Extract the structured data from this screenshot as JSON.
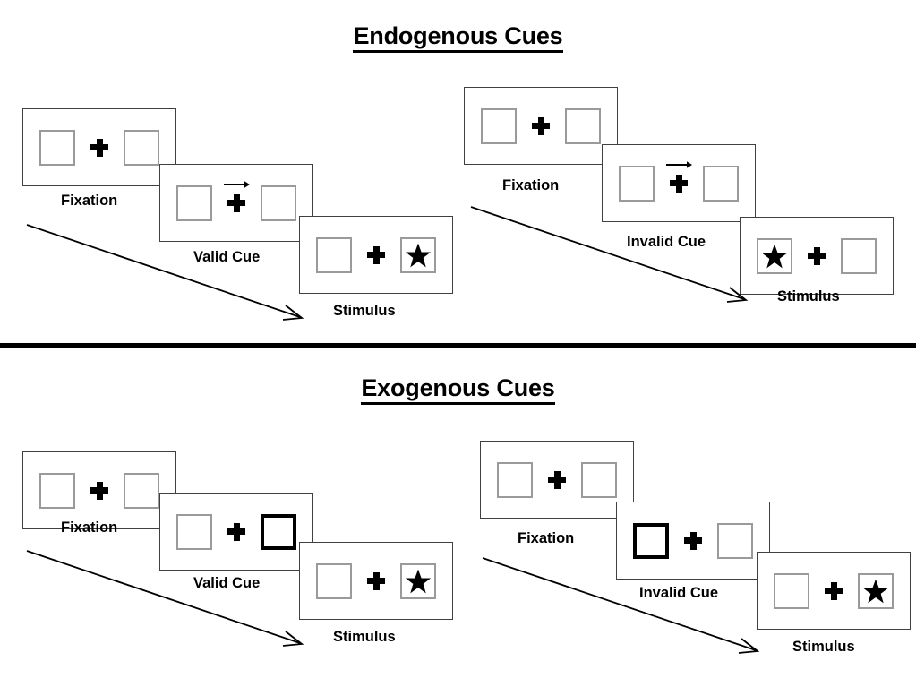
{
  "sections": [
    {
      "id": "endogenous",
      "title": "Endogenous Cues",
      "columns": [
        {
          "id": "endogenous-valid",
          "steps": [
            {
              "id": "fixation",
              "caption": "Fixation",
              "left_content": "empty",
              "right_content": "empty",
              "cue": "none",
              "cued_side": "none"
            },
            {
              "id": "cue",
              "caption": "Valid Cue",
              "left_content": "empty",
              "right_content": "empty",
              "cue": "arrow-right",
              "cued_side": "none"
            },
            {
              "id": "stimulus",
              "caption": "Stimulus",
              "left_content": "empty",
              "right_content": "star",
              "cue": "none",
              "cued_side": "none"
            }
          ]
        },
        {
          "id": "endogenous-invalid",
          "steps": [
            {
              "id": "fixation",
              "caption": "Fixation",
              "left_content": "empty",
              "right_content": "empty",
              "cue": "none",
              "cued_side": "none"
            },
            {
              "id": "cue",
              "caption": "Invalid Cue",
              "left_content": "empty",
              "right_content": "empty",
              "cue": "arrow-right",
              "cued_side": "none"
            },
            {
              "id": "stimulus",
              "caption": "Stimulus",
              "left_content": "star",
              "right_content": "empty",
              "cue": "none",
              "cued_side": "none"
            }
          ]
        }
      ]
    },
    {
      "id": "exogenous",
      "title": "Exogenous Cues",
      "columns": [
        {
          "id": "exogenous-valid",
          "steps": [
            {
              "id": "fixation",
              "caption": "Fixation",
              "left_content": "empty",
              "right_content": "empty",
              "cue": "none",
              "cued_side": "none"
            },
            {
              "id": "cue",
              "caption": "Valid Cue",
              "left_content": "empty",
              "right_content": "empty",
              "cue": "box-highlight",
              "cued_side": "right"
            },
            {
              "id": "stimulus",
              "caption": "Stimulus",
              "left_content": "empty",
              "right_content": "star",
              "cue": "none",
              "cued_side": "none"
            }
          ]
        },
        {
          "id": "exogenous-invalid",
          "steps": [
            {
              "id": "fixation",
              "caption": "Fixation",
              "left_content": "empty",
              "right_content": "empty",
              "cue": "none",
              "cued_side": "none"
            },
            {
              "id": "cue",
              "caption": "Invalid Cue",
              "left_content": "empty",
              "right_content": "empty",
              "cue": "box-highlight",
              "cued_side": "left"
            },
            {
              "id": "stimulus",
              "caption": "Stimulus",
              "left_content": "empty",
              "right_content": "star",
              "cue": "none",
              "cued_side": "none"
            }
          ]
        }
      ]
    }
  ],
  "icons": {
    "star": "star-icon",
    "fixation_cross": "fixation-cross-icon",
    "cue_arrow": "cue-arrow-icon",
    "flow_arrow": "time-flow-arrow-icon"
  },
  "colors": {
    "box_outline": "#9a9a9a",
    "cued_box_outline": "#000000",
    "panel_outline": "#404040",
    "ink": "#000000",
    "background": "#ffffff"
  }
}
